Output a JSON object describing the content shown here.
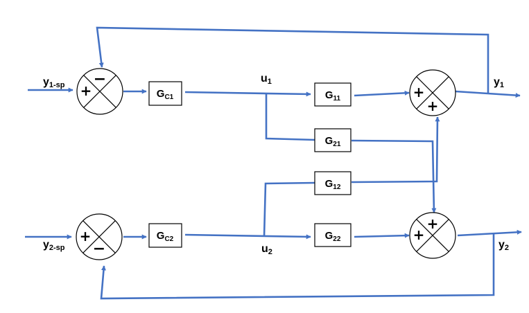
{
  "colors": {
    "wire": "#4472C4",
    "outline": "#000000",
    "background": "#FFFFFF"
  },
  "inputs": {
    "y1_sp": {
      "main": "y",
      "sub": "1-sp"
    },
    "y2_sp": {
      "main": "y",
      "sub": "2-sp"
    }
  },
  "outputs": {
    "y1": {
      "main": "y",
      "sub": "1"
    },
    "y2": {
      "main": "y",
      "sub": "2"
    }
  },
  "signals": {
    "u1": {
      "main": "u",
      "sub": "1"
    },
    "u2": {
      "main": "u",
      "sub": "2"
    }
  },
  "blocks": {
    "gc1": {
      "main": "G",
      "sub": "C1"
    },
    "gc2": {
      "main": "G",
      "sub": "C2"
    },
    "g11": {
      "main": "G",
      "sub": "11"
    },
    "g21": {
      "main": "G",
      "sub": "21"
    },
    "g12": {
      "main": "G",
      "sub": "12"
    },
    "g22": {
      "main": "G",
      "sub": "22"
    }
  },
  "summers": {
    "s1": {
      "left": "+",
      "top": "−"
    },
    "s2": {
      "left": "+",
      "bottom": "−"
    },
    "s3": {
      "left": "+",
      "bottom": "+"
    },
    "s4": {
      "left": "+",
      "top": "+"
    }
  }
}
